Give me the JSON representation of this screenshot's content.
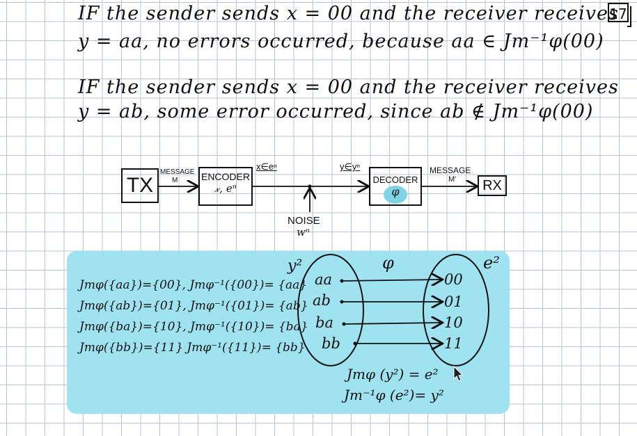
{
  "page_number": "17",
  "paragraph1": {
    "line1": "IF the sender sends x = 00 and the receiver receives",
    "line2": "y = aa, no errors occurred, because aa ∈ Jm⁻¹φ(00)"
  },
  "paragraph2": {
    "line1": "IF the sender sends x = 00 and the receiver receives",
    "line2": "y = ab, some error occurred, since ab ∉ Jm⁻¹φ(00)"
  },
  "block_diagram": {
    "tx": "TX",
    "message_in": "MESSAGE",
    "m": "M",
    "encoder_title": "ENCODER",
    "encoder_sub": "𝓍, eⁿ",
    "x_in_c": "x∈eⁿ",
    "y_in_y": "y∈yⁿ",
    "noise": "NOISE",
    "noise_sub": "ᴡⁿ",
    "decoder_title": "DECODER",
    "decoder_sub": "φ",
    "message_out": "MESSAGE",
    "m_prime": "M'",
    "rx": "RX"
  },
  "panel": {
    "lines": [
      "Jmφ({aa})={00}, Jmφ⁻¹({00})= {aa}",
      "Jmφ({ab})={01}, Jmφ⁻¹({01})= {ab}",
      "Jmφ({ba})={10}, Jmφ⁻¹({10})= {ba}",
      "Jmφ({bb})={11}  Jmφ⁻¹({11})= {bb}"
    ],
    "left_set_label": "y²",
    "right_set_label": "e²",
    "map_label": "φ",
    "left_items": [
      "aa",
      "ab",
      "ba",
      "bb"
    ],
    "right_items": [
      "00",
      "01",
      "10",
      "11"
    ],
    "result1": "Jmφ (y²) = e²",
    "result2": "Jm⁻¹φ (e²)= y²"
  },
  "colors": {
    "panel": "#9ee3ef",
    "highlight": "#7fd3e6",
    "ink": "#111111",
    "grid": "#b8c4d6"
  }
}
